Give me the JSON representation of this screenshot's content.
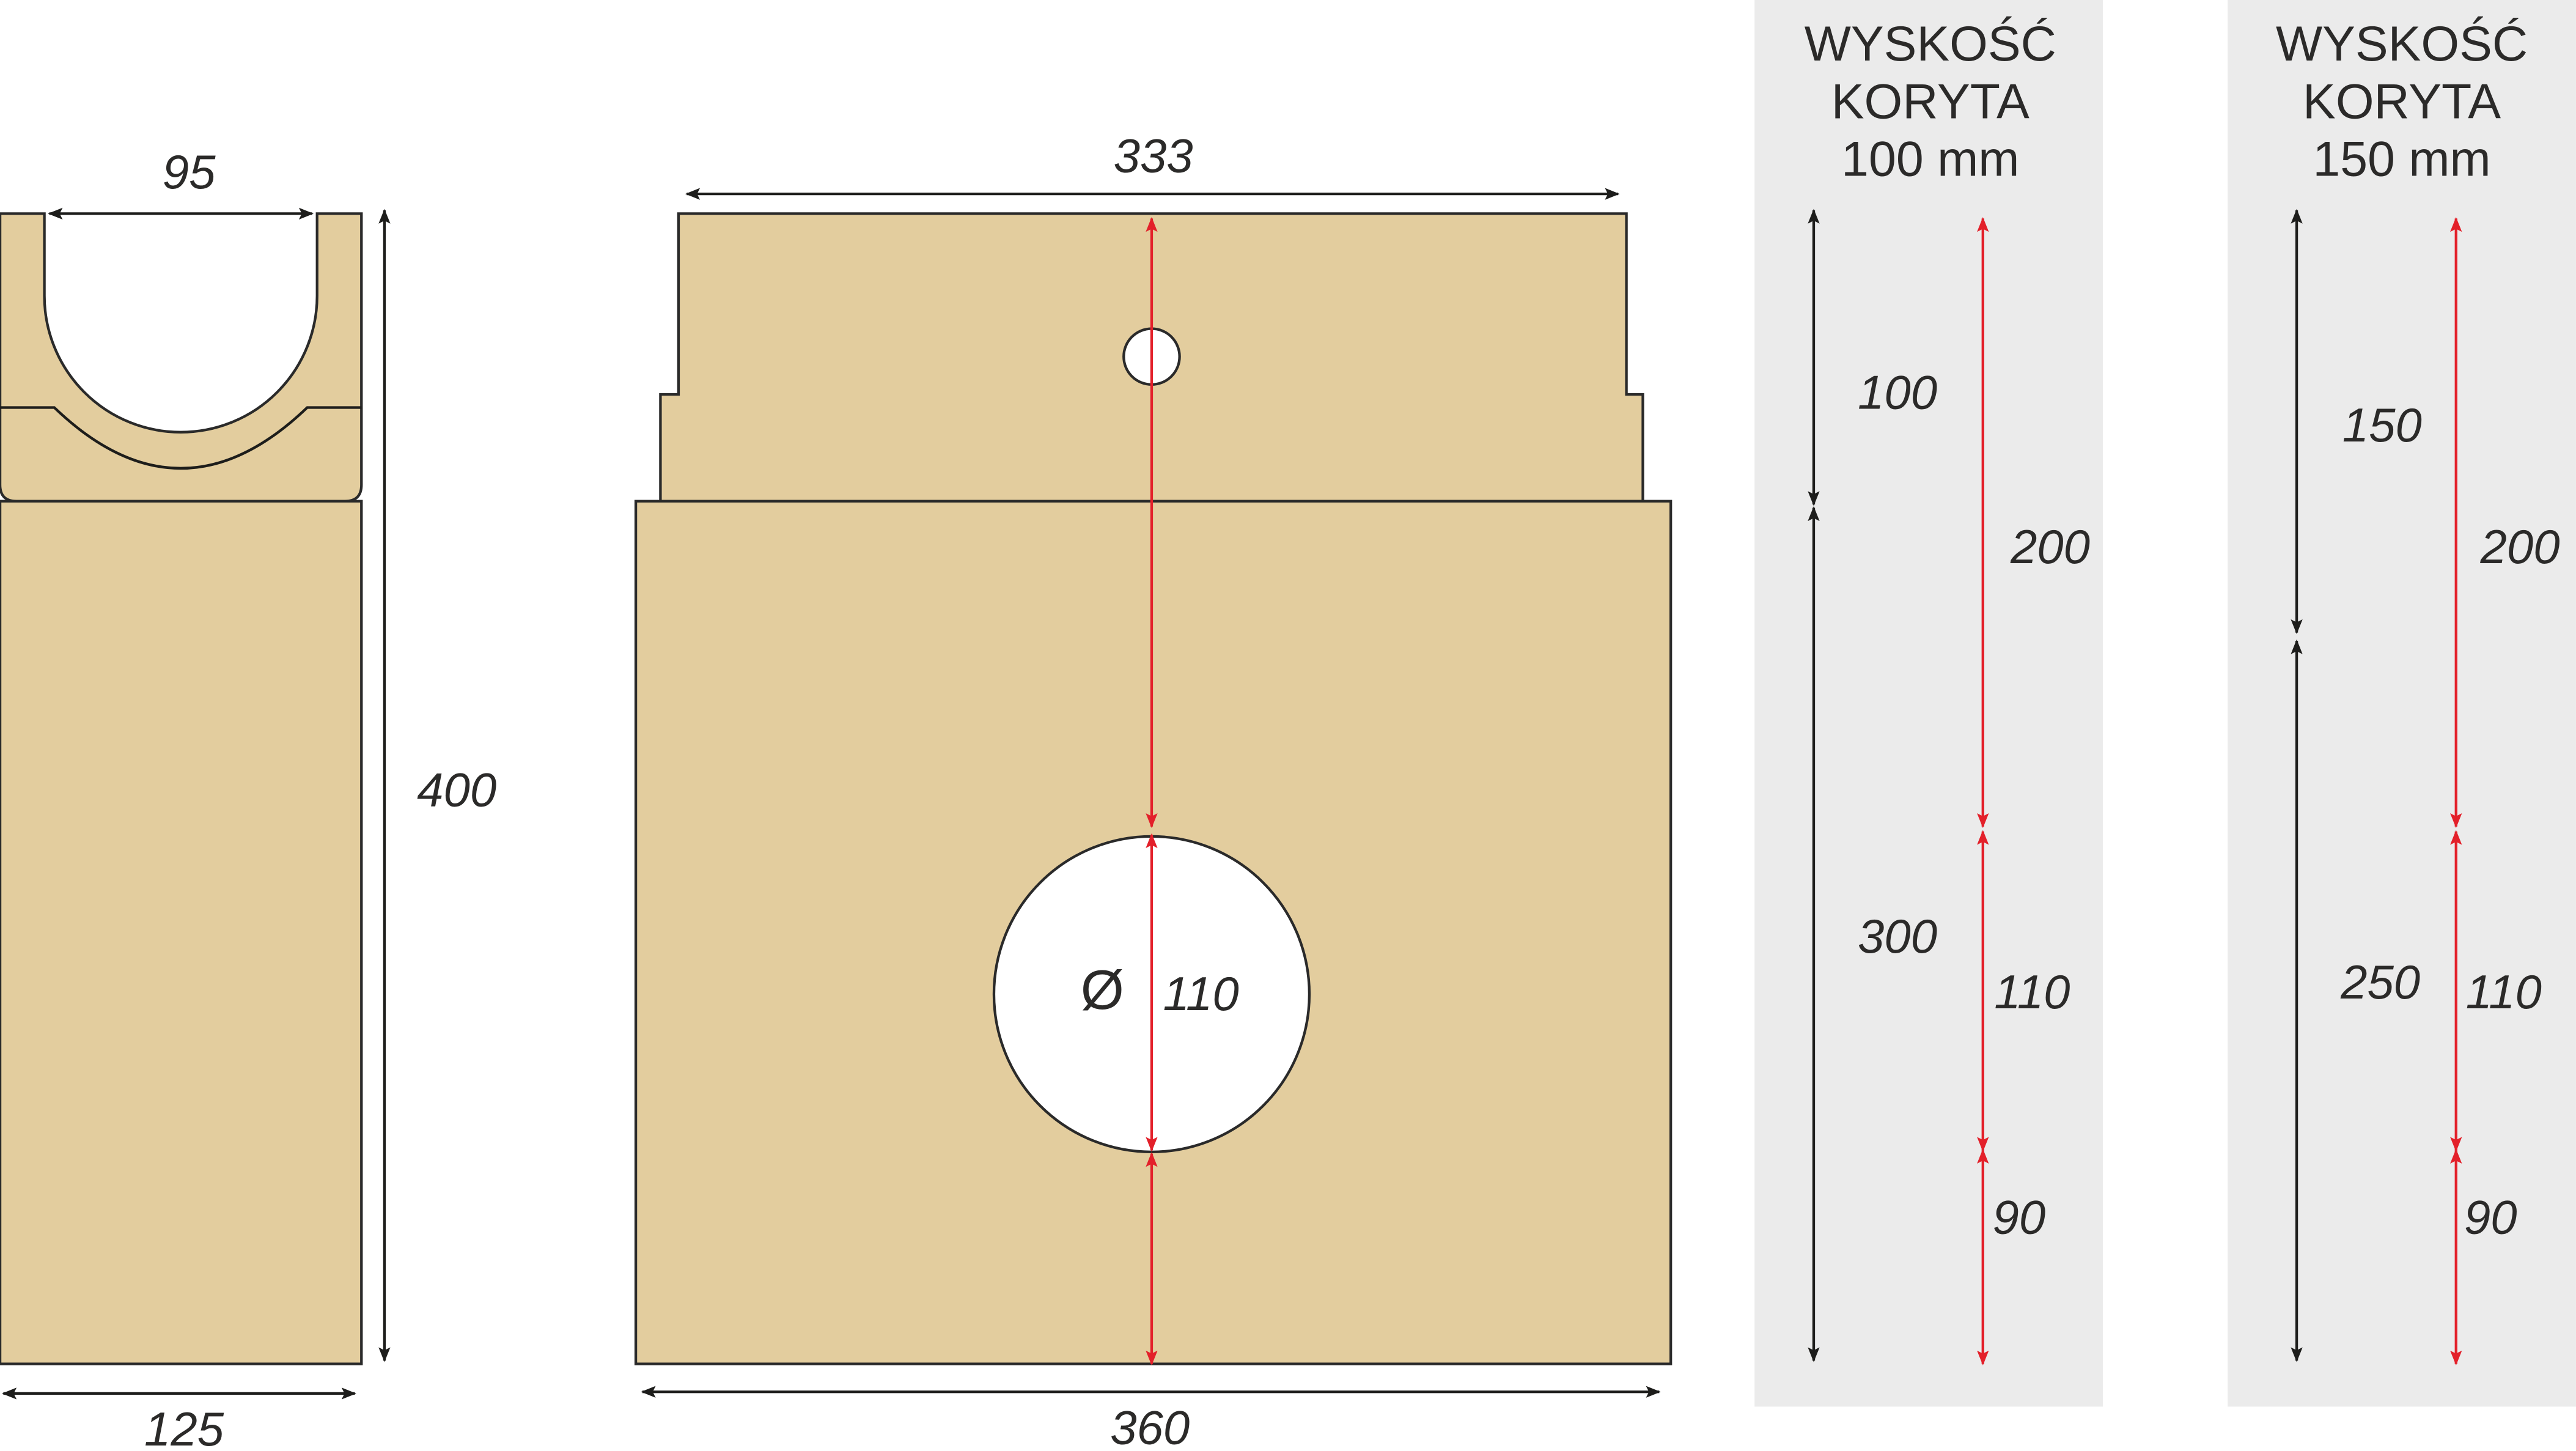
{
  "side_view": {
    "width_top": "95",
    "height": "400",
    "width_bottom": "125"
  },
  "front_view": {
    "width_top": "333",
    "width_bottom": "360",
    "pipe_symbol": "Ø",
    "pipe_diameter": "110"
  },
  "panels": [
    {
      "title_line1": "WYSKOŚĆ",
      "title_line2": "KORYTA",
      "title_line3": "100 mm",
      "black_dims": [
        "100",
        "300"
      ],
      "red_dims": [
        "200",
        "110",
        "90"
      ]
    },
    {
      "title_line1": "WYSKOŚĆ",
      "title_line2": "KORYTA",
      "title_line3": "150 mm",
      "black_dims": [
        "150",
        "250"
      ],
      "red_dims": [
        "200",
        "110",
        "90"
      ]
    }
  ],
  "colors": {
    "concrete": "#e3cd9e",
    "panel": "#ebebeb",
    "red_dimension": "#e3202a",
    "black_dimension": "#1d1d1b"
  }
}
